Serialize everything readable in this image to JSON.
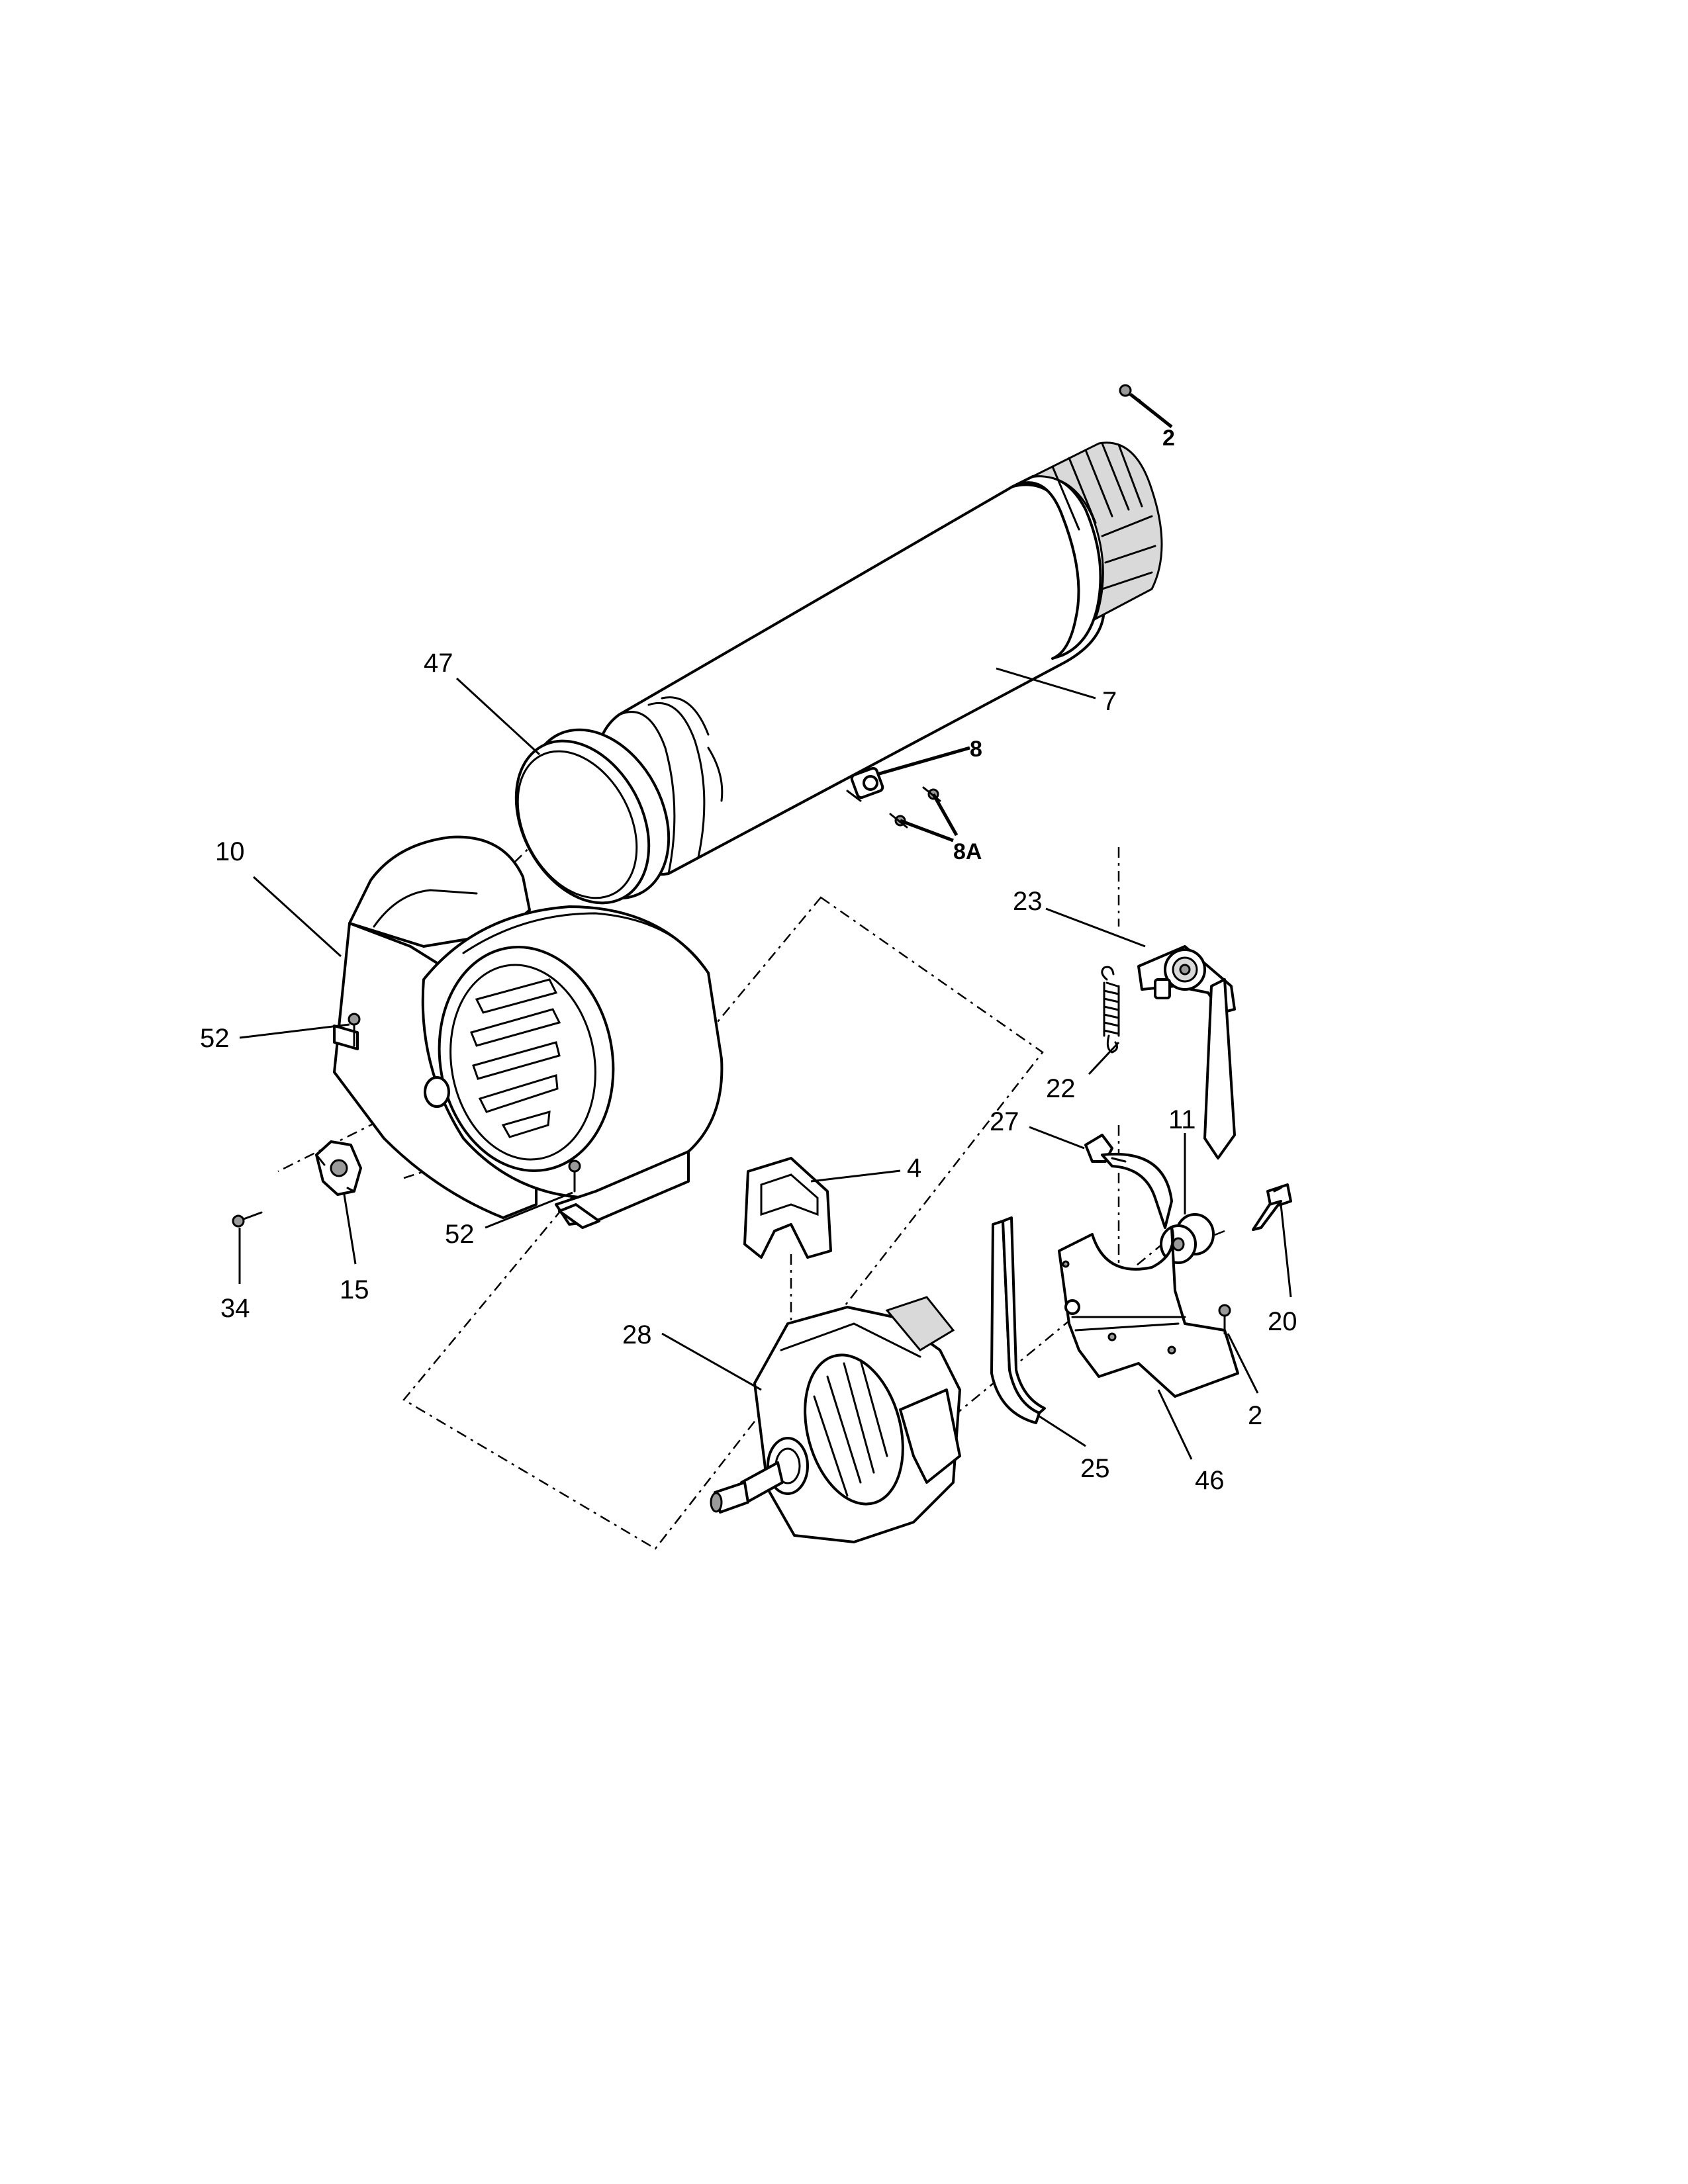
{
  "callouts": {
    "c2_top": "2",
    "c7": "7",
    "c47": "47",
    "c8": "8",
    "c8a": "8A",
    "c10": "10",
    "c23": "23",
    "c52_upper": "52",
    "c22": "22",
    "c27": "27",
    "c11": "11",
    "c4": "4",
    "c52_lower": "52",
    "c34": "34",
    "c15": "15",
    "c20": "20",
    "c28": "28",
    "c2_lower": "2",
    "c25": "25",
    "c46": "46"
  }
}
